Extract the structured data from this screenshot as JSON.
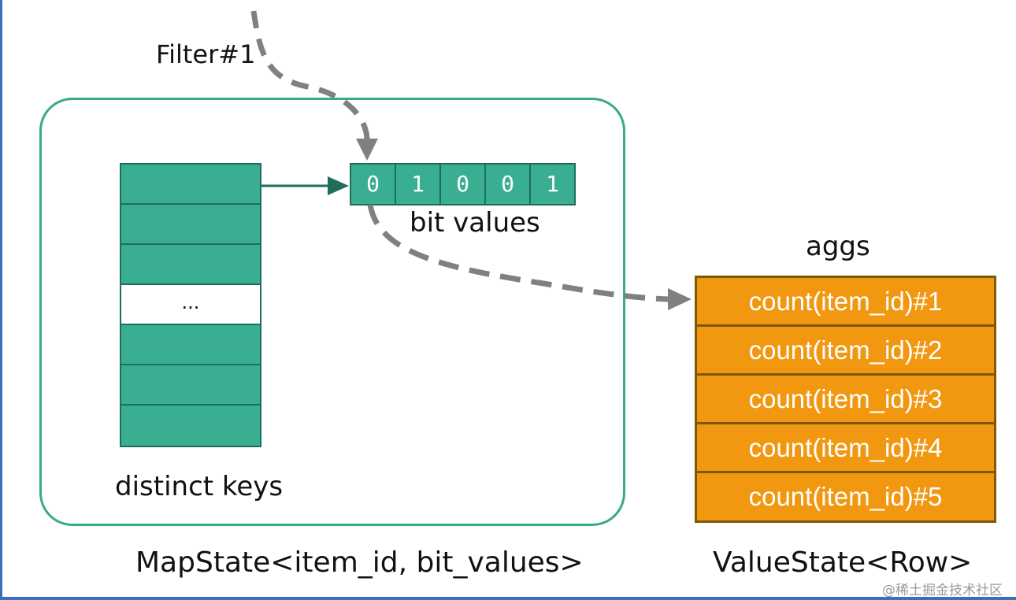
{
  "filter_label": "Filter#1",
  "bit_values_label": "bit values",
  "bits": [
    "0",
    "1",
    "0",
    "0",
    "1"
  ],
  "distinct_keys_label": "distinct keys",
  "keys_ellipsis": "...",
  "aggs_label": "aggs",
  "aggs": [
    "count(item_id)#1",
    "count(item_id)#2",
    "count(item_id)#3",
    "count(item_id)#4",
    "count(item_id)#5"
  ],
  "mapstate_label": "MapState<item_id, bit_values>",
  "valuestate_label": "ValueState<Row>",
  "watermark": "@稀土掘金技术社区",
  "colors": {
    "teal": "#3aae92",
    "teal_dark": "#1f6e58",
    "orange": "#f29710",
    "container_border": "#3aa88a",
    "dashed_arrow": "#808080"
  }
}
